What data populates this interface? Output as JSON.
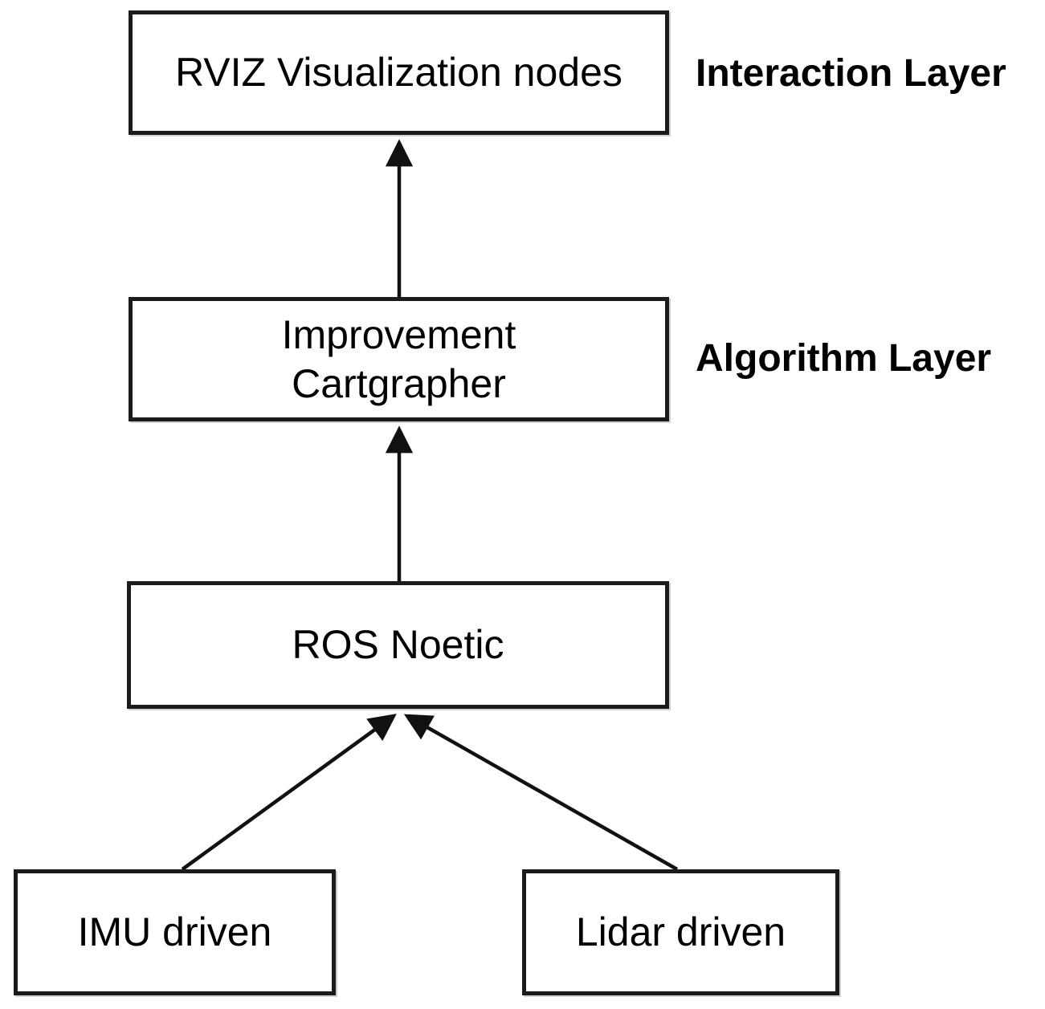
{
  "diagram": {
    "nodes": {
      "rviz": {
        "label": "RVIZ Visualization nodes"
      },
      "cartographer": {
        "line1": "Improvement",
        "line2": "Cartgrapher"
      },
      "ros": {
        "label": "ROS Noetic"
      },
      "imu": {
        "label": "IMU driven"
      },
      "lidar": {
        "label": "Lidar driven"
      }
    },
    "layer_labels": {
      "interaction": "Interaction Layer",
      "algorithm": "Algorithm Layer"
    },
    "edges": [
      {
        "from": "imu",
        "to": "ros"
      },
      {
        "from": "lidar",
        "to": "ros"
      },
      {
        "from": "ros",
        "to": "cartographer"
      },
      {
        "from": "cartographer",
        "to": "rviz"
      }
    ],
    "colors": {
      "box_border": "#1b1b1b",
      "box_fill": "#ffffff",
      "arrow": "#111111",
      "text": "#000000",
      "background": "#ffffff"
    }
  }
}
